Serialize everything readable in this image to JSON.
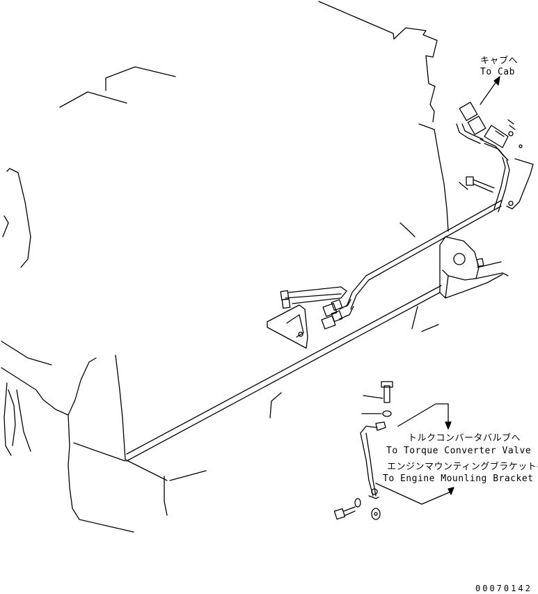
{
  "labels": {
    "cab_jp": "キャブへ",
    "cab_en": "To Cab",
    "torque_jp": "トルクコンバータバルブへ",
    "torque_en": "To Torque Converter Valve",
    "mount_jp": "エンジンマウンティングブラケットへ",
    "mount_en": "To Engine Mounling Bracket"
  },
  "part_number": "00070142"
}
